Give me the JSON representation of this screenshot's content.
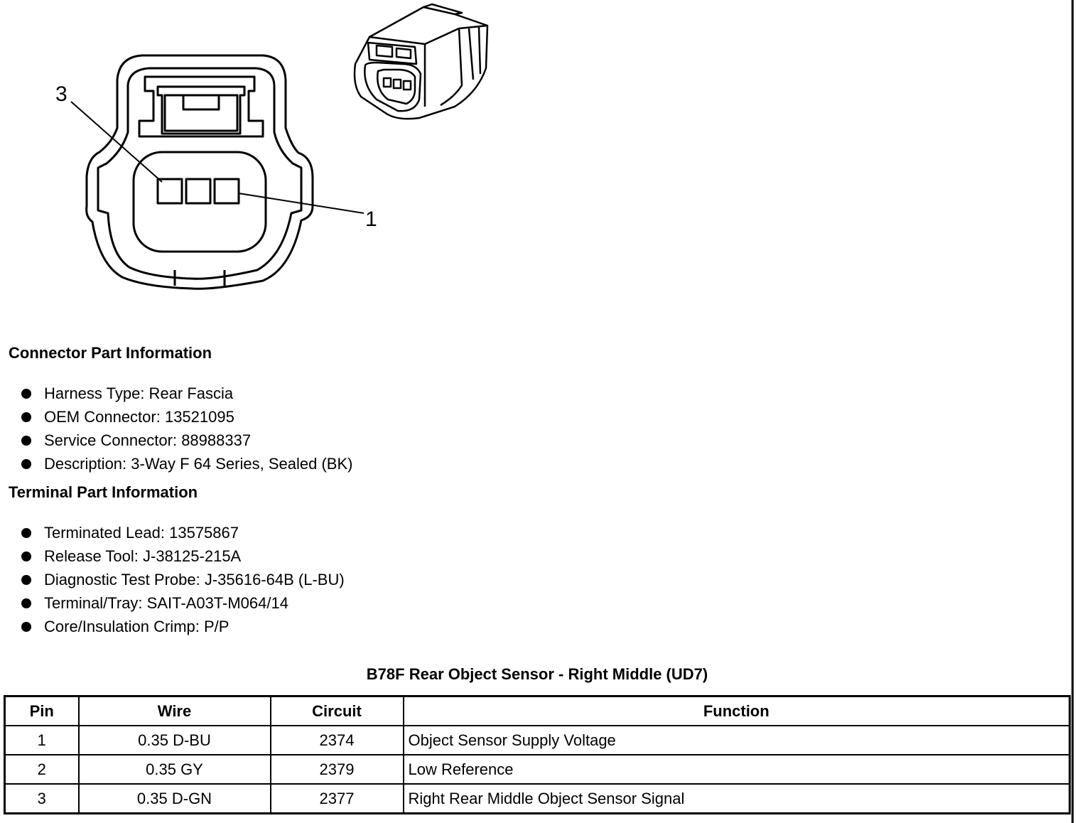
{
  "diagram": {
    "callouts": {
      "pin3": "3",
      "pin1": "1"
    }
  },
  "connector_info": {
    "title": "Connector Part Information",
    "items": [
      "Harness Type: Rear Fascia",
      "OEM Connector: 13521095",
      "Service Connector: 88988337",
      "Description: 3-Way F 64 Series, Sealed (BK)"
    ]
  },
  "terminal_info": {
    "title": "Terminal Part Information",
    "items": [
      "Terminated Lead: 13575867",
      "Release Tool: J-38125-215A",
      "Diagnostic Test Probe: J-35616-64B (L-BU)",
      "Terminal/Tray: SAIT-A03T-M064/14",
      "Core/Insulation Crimp: P/P"
    ]
  },
  "table": {
    "caption": "B78F Rear Object Sensor - Right Middle (UD7)",
    "headers": [
      "Pin",
      "Wire",
      "Circuit",
      "Function"
    ],
    "rows": [
      [
        "1",
        "0.35 D-BU",
        "2374",
        "Object Sensor Supply Voltage"
      ],
      [
        "2",
        "0.35 GY",
        "2379",
        "Low Reference"
      ],
      [
        "3",
        "0.35 D-GN",
        "2377",
        "Right Rear Middle Object Sensor Signal"
      ]
    ]
  }
}
